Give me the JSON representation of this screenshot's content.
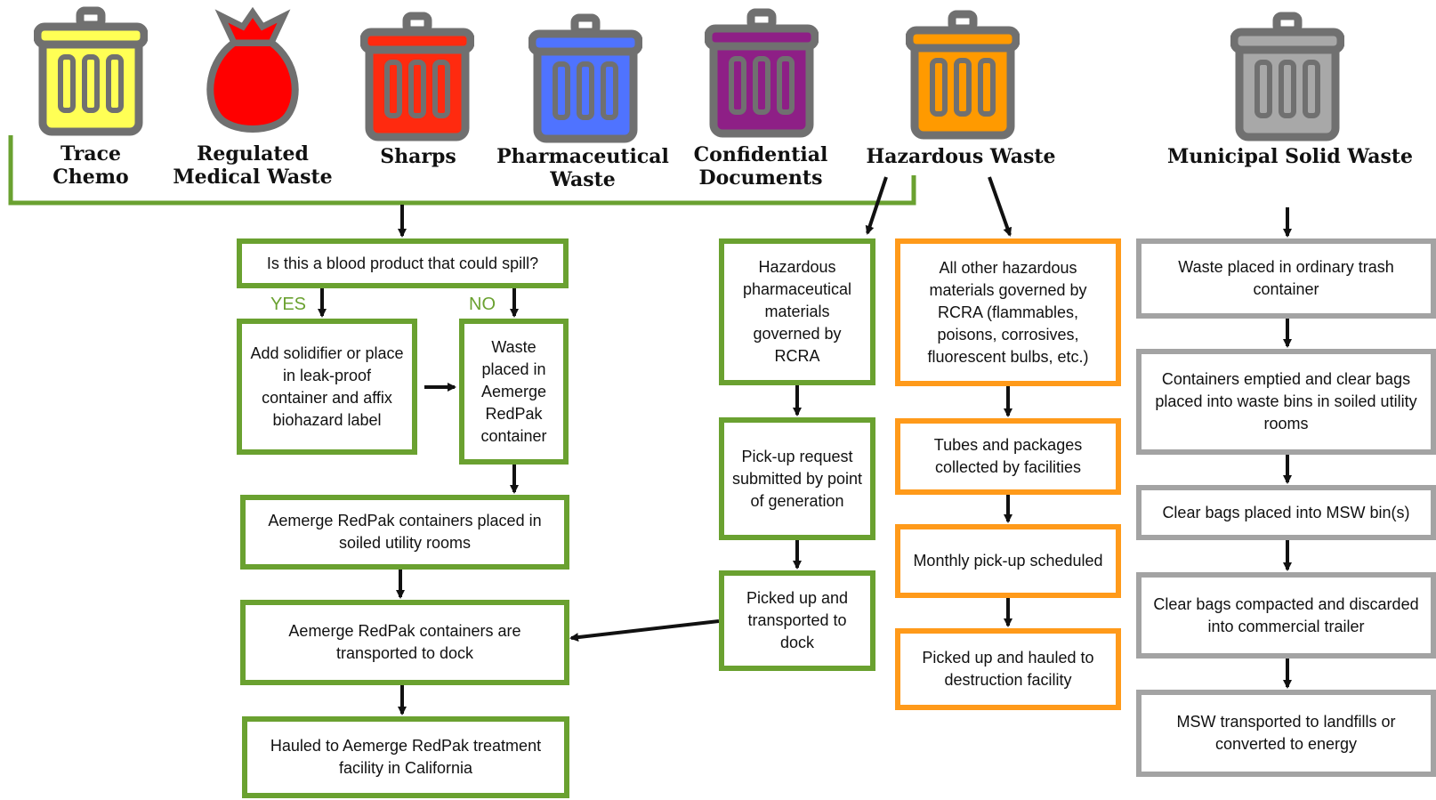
{
  "categories": [
    {
      "key": "trace-chemo",
      "label": "Trace\nChemo",
      "color": "#ffff55",
      "icon": "trash-bin-icon"
    },
    {
      "key": "regulated-medical-waste",
      "label": "Regulated\nMedical Waste",
      "color": "#ff0000",
      "icon": "biohazard-bag-icon"
    },
    {
      "key": "sharps",
      "label": "Sharps",
      "color": "#ff2a0f",
      "icon": "trash-bin-icon"
    },
    {
      "key": "pharmaceutical-waste",
      "label": "Pharmaceutical\nWaste",
      "color": "#4f73ff",
      "icon": "trash-bin-icon"
    },
    {
      "key": "confidential-documents",
      "label": "Confidential\nDocuments",
      "color": "#8e1f86",
      "icon": "trash-bin-icon"
    },
    {
      "key": "hazardous-waste",
      "label": "Hazardous Waste",
      "color": "#ff9a00",
      "icon": "trash-bin-icon"
    },
    {
      "key": "municipal-solid-waste",
      "label": "Municipal Solid Waste",
      "color": "#a8a8a8",
      "icon": "trash-bin-icon"
    }
  ],
  "colors": {
    "green": "#6aa130",
    "orange": "#ff9a1a",
    "gray": "#a3a3a3"
  },
  "branch_labels": {
    "yes": "YES",
    "no": "NO"
  },
  "green_flow": {
    "question": "Is this a blood product that could spill?",
    "add_solidifier": "Add solidifier or place in leak-proof container and affix biohazard label",
    "waste_placed": "Waste placed in Aemerge RedPak container",
    "containers_soiled": "Aemerge RedPak containers placed in soiled utility rooms",
    "transported_dock": "Aemerge RedPak containers are transported to dock",
    "hauled": "Hauled to Aemerge RedPak treatment facility in California"
  },
  "pharma_flow": {
    "rcra_pharma": "Hazardous pharmaceutical materials governed by RCRA",
    "pickup_request": "Pick-up request submitted by point of generation",
    "picked_dock": "Picked up and transported to dock"
  },
  "hazard_flow": {
    "other_hazard": "All other hazardous materials governed by RCRA (flammables, poisons, corrosives, fluorescent bulbs, etc.)",
    "tubes": "Tubes and packages collected by facilities",
    "monthly": "Monthly pick-up scheduled",
    "destruction": "Picked up and hauled to destruction facility"
  },
  "msw_flow": {
    "ordinary": "Waste placed in ordinary trash container",
    "emptied": "Containers emptied and clear bags placed into waste bins in soiled utility rooms",
    "clear_bags": "Clear bags placed into MSW bin(s)",
    "compacted": "Clear bags compacted and discarded into commercial trailer",
    "landfill": "MSW transported to landfills or converted to energy"
  }
}
